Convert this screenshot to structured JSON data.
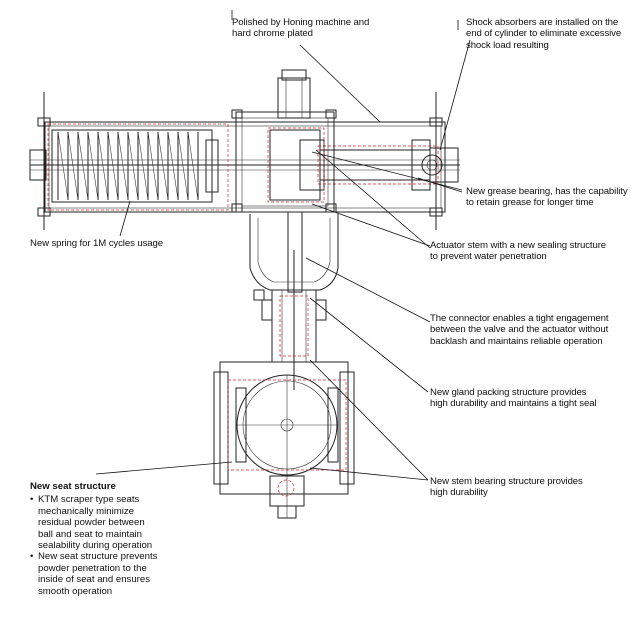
{
  "callouts": {
    "honing": "Polished by Honing machine and\nhard chrome plated",
    "shock": "Shock absorbers are installed on the\nend of cylinder to eliminate excessive\nshock load resulting",
    "grease": "New grease bearing, has the capability\nto retain grease for longer time",
    "spring": "New spring for 1M cycles usage",
    "stem": "Actuator stem with a new sealing structure\nto prevent water penetration",
    "connector": "The connector enables a tight engagement\nbetween the valve and the actuator without\nbacklash and maintains reliable operation",
    "gland": "New gland packing structure provides\nhigh durability and maintains a tight seal",
    "bearing": "New stem bearing structure provides\nhigh durability"
  },
  "seat": {
    "title": "New seat structure",
    "items": [
      "KTM scraper type seats\nmechanically minimize\nresidual powder between\nball and seat to maintain\nsealability during operation",
      "New seat structure prevents\npowder penetration to the\ninside of seat and ensures\nsmooth operation"
    ]
  },
  "colors": {
    "line": "#222222",
    "highlight": "#dd2222"
  }
}
